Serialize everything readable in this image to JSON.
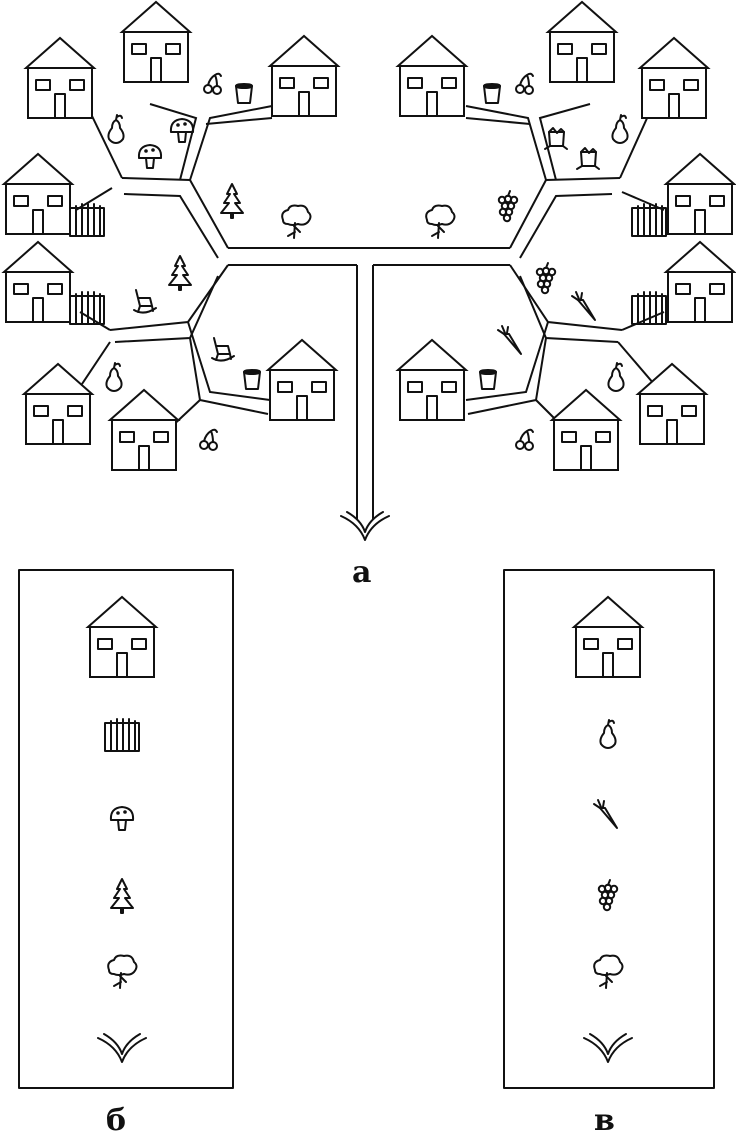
{
  "figure": {
    "panel_a_label": "а",
    "panel_b_label": "б",
    "panel_c_label": "в"
  },
  "icons": {
    "house": "house-icon",
    "fence": "fence-icon",
    "mushroom": "mushroom-icon",
    "fir_tree": "fir-tree-icon",
    "broadleaf_tree": "broadleaf-tree-icon",
    "start_fork": "fork-icon",
    "pear": "pear-icon",
    "carrot": "carrot-icon",
    "grapes": "grapes-icon",
    "cherry": "cherry-icon",
    "bucket": "bucket-icon",
    "rocking_chair": "rocking-chair-icon",
    "stump": "stump-icon"
  },
  "panel_b_sequence": [
    "house",
    "fence",
    "mushroom",
    "fir_tree",
    "broadleaf_tree",
    "start_fork"
  ],
  "panel_c_sequence": [
    "house",
    "pear",
    "carrot",
    "grapes",
    "broadleaf_tree",
    "start_fork"
  ]
}
